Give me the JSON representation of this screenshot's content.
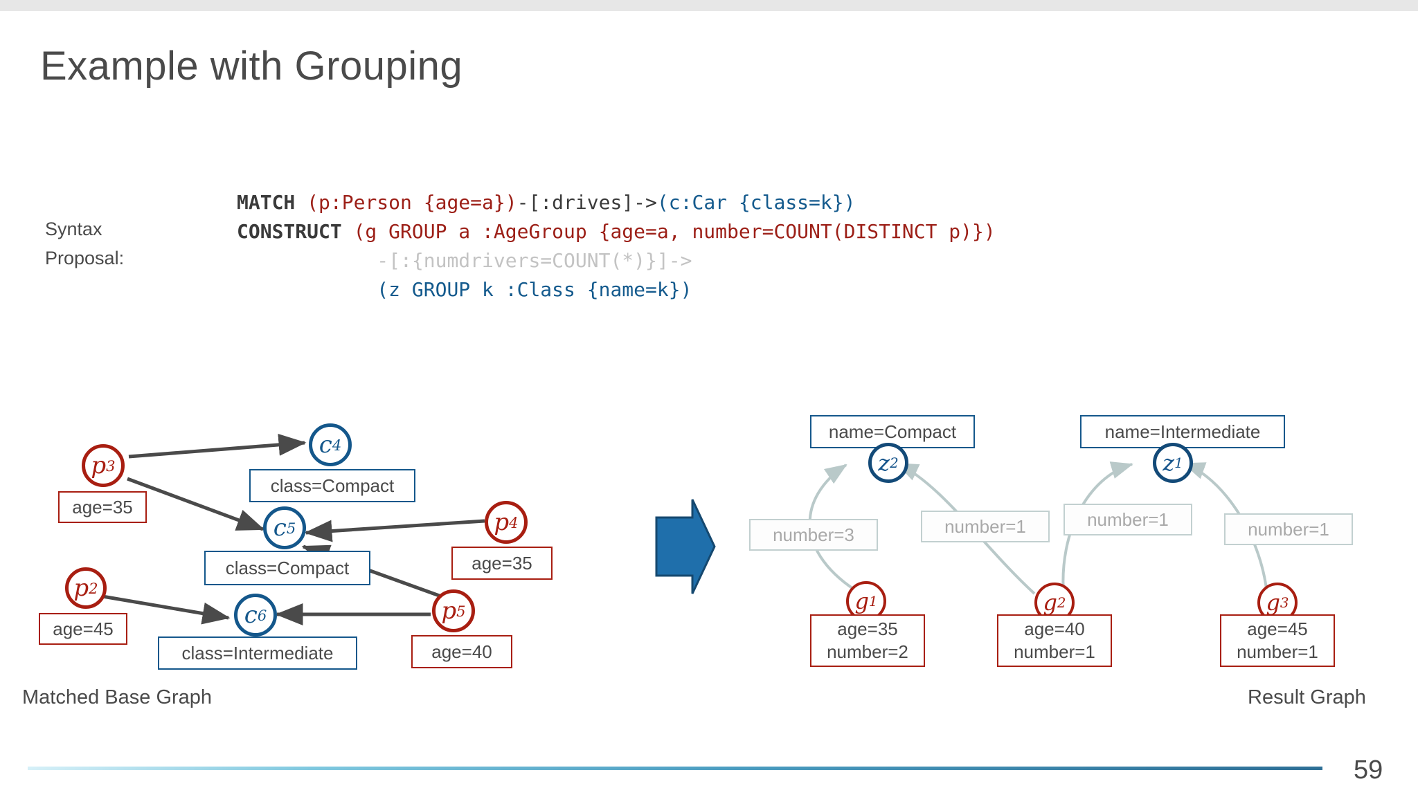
{
  "slide": {
    "title": "Example with Grouping",
    "page_number": "59"
  },
  "syntax": {
    "label_line1": "Syntax",
    "label_line2": "Proposal:",
    "code": {
      "line1": {
        "keyword": "MATCH",
        "person_part": "(p:Person {age=a})",
        "edge_part": "-[:drives]->",
        "car_part": "(c:Car {class=k})"
      },
      "line2": {
        "keyword": "CONSTRUCT",
        "group_part": "(g GROUP a :AgeGroup {age=a, number=COUNT(DISTINCT p)})"
      },
      "line3": {
        "edge_part": "-[:{numdrivers=COUNT(*)}]->"
      },
      "line4": {
        "class_part": "(z GROUP k :Class {name=k})"
      }
    }
  },
  "base_graph": {
    "caption": "Matched Base Graph",
    "nodes": [
      {
        "id": "p3",
        "label": "p",
        "sub": "3",
        "kind": "person",
        "property": "age=35"
      },
      {
        "id": "p2",
        "label": "p",
        "sub": "2",
        "kind": "person",
        "property": "age=45"
      },
      {
        "id": "p4",
        "label": "p",
        "sub": "4",
        "kind": "person",
        "property": "age=35"
      },
      {
        "id": "p5",
        "label": "p",
        "sub": "5",
        "kind": "person",
        "property": "age=40"
      },
      {
        "id": "c4",
        "label": "c",
        "sub": "4",
        "kind": "car",
        "property": "class=Compact"
      },
      {
        "id": "c5",
        "label": "c",
        "sub": "5",
        "kind": "car",
        "property": "class=Compact"
      },
      {
        "id": "c6",
        "label": "c",
        "sub": "6",
        "kind": "car",
        "property": "class=Intermediate"
      }
    ],
    "edges": [
      {
        "from": "p3",
        "to": "c4"
      },
      {
        "from": "p3",
        "to": "c5"
      },
      {
        "from": "p4",
        "to": "c5"
      },
      {
        "from": "p5",
        "to": "c5"
      },
      {
        "from": "p2",
        "to": "c6"
      },
      {
        "from": "p5",
        "to": "c6"
      }
    ]
  },
  "transform_arrow": {
    "name": "transform-arrow",
    "color": "#1f6fab"
  },
  "result_graph": {
    "caption": "Result Graph",
    "nodes": [
      {
        "id": "z2",
        "label": "z",
        "sub": "2",
        "kind": "class",
        "property": "name=Compact"
      },
      {
        "id": "z1",
        "label": "z",
        "sub": "1",
        "kind": "class",
        "property": "name=Intermediate"
      },
      {
        "id": "g1",
        "label": "g",
        "sub": "1",
        "kind": "agegroup",
        "property_line1": "age=35",
        "property_line2": "number=2"
      },
      {
        "id": "g2",
        "label": "g",
        "sub": "2",
        "kind": "agegroup",
        "property_line1": "age=40",
        "property_line2": "number=1"
      },
      {
        "id": "g3",
        "label": "g",
        "sub": "3",
        "kind": "agegroup",
        "property_line1": "age=45",
        "property_line2": "number=1"
      }
    ],
    "edges": [
      {
        "from": "g1",
        "to": "z2",
        "label": "number=3"
      },
      {
        "from": "g2",
        "to": "z2",
        "label": "number=1"
      },
      {
        "from": "g2",
        "to": "z1",
        "label": "number=1"
      },
      {
        "from": "g3",
        "to": "z1",
        "label": "number=1"
      }
    ]
  },
  "colors": {
    "person_red": "#a81e11",
    "car_blue": "#14578b",
    "arrow_blue": "#1f6fab",
    "edge_grey": "#4a4a4a",
    "faint_edge": "#c2d0d0"
  }
}
